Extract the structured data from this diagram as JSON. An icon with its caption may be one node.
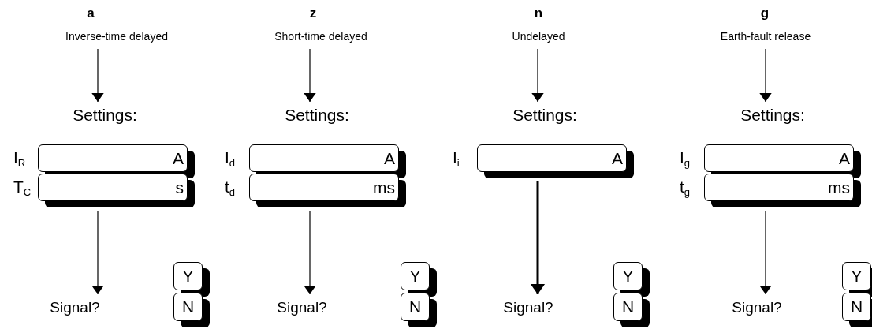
{
  "diagram": {
    "nodes": [
      {
        "text": [
          "a",
          "Inverse-time delayed"
        ]
      },
      {
        "text": [
          "Settings:"
        ]
      },
      {
        "text": [
          "A"
        ],
        "beside": [
          "I$_{R}$"
        ]
      },
      {
        "text": [
          "s"
        ],
        "beside": [
          "T$_{C}$"
        ]
      },
      {
        "text": [
          "Signal?"
        ]
      },
      {
        "text": [
          "Y"
        ]
      },
      {
        "text": [
          "N"
        ]
      },
      {
        "text": [
          "z",
          "Short-time delayed"
        ]
      },
      {
        "text": [
          "Settings:"
        ]
      },
      {
        "text": [
          "A"
        ],
        "beside": [
          "I$_{d}$"
        ]
      },
      {
        "text": [
          "ms"
        ],
        "beside": [
          "t$_{d}$"
        ]
      },
      {
        "text": [
          "Signal?"
        ]
      },
      {
        "text": [
          "Y"
        ]
      },
      {
        "text": [
          "N"
        ]
      },
      {
        "text": [
          "n",
          "Undelayed"
        ]
      },
      {
        "text": [
          "Settings:"
        ]
      },
      {
        "text": [
          "A"
        ],
        "beside": [
          "I$_{i}$"
        ]
      },
      {
        "text": [
          "Signal?"
        ]
      },
      {
        "text": [
          "Y"
        ]
      },
      {
        "text": [
          "N"
        ]
      },
      {
        "text": [
          "g",
          "Earth-fault release"
        ]
      },
      {
        "text": [
          "Settings:"
        ]
      },
      {
        "text": [
          "A"
        ],
        "beside": [
          "I$_{g}$"
        ]
      },
      {
        "text": [
          "ms"
        ],
        "beside": [
          "t$_{g}$"
        ]
      },
      {
        "text": [
          "Signal?"
        ]
      },
      {
        "text": [
          "Y"
        ]
      },
      {
        "text": [
          "N"
        ]
      }
    ],
    "edges": [
      {
        "from": 0,
        "to": 1,
        "arrow": "to"
      },
      {
        "from": 3,
        "to": 4,
        "arrow": "to"
      },
      {
        "from": 7,
        "to": 8,
        "arrow": "to"
      },
      {
        "from": 10,
        "to": 11,
        "arrow": "to"
      },
      {
        "from": 14,
        "to": 15,
        "arrow": "to"
      },
      {
        "from": 16,
        "to": 17,
        "arrow": "to",
        "style": "thick"
      },
      {
        "from": 20,
        "to": 21,
        "arrow": "to"
      },
      {
        "from": 23,
        "to": 24,
        "arrow": "to"
      }
    ]
  }
}
